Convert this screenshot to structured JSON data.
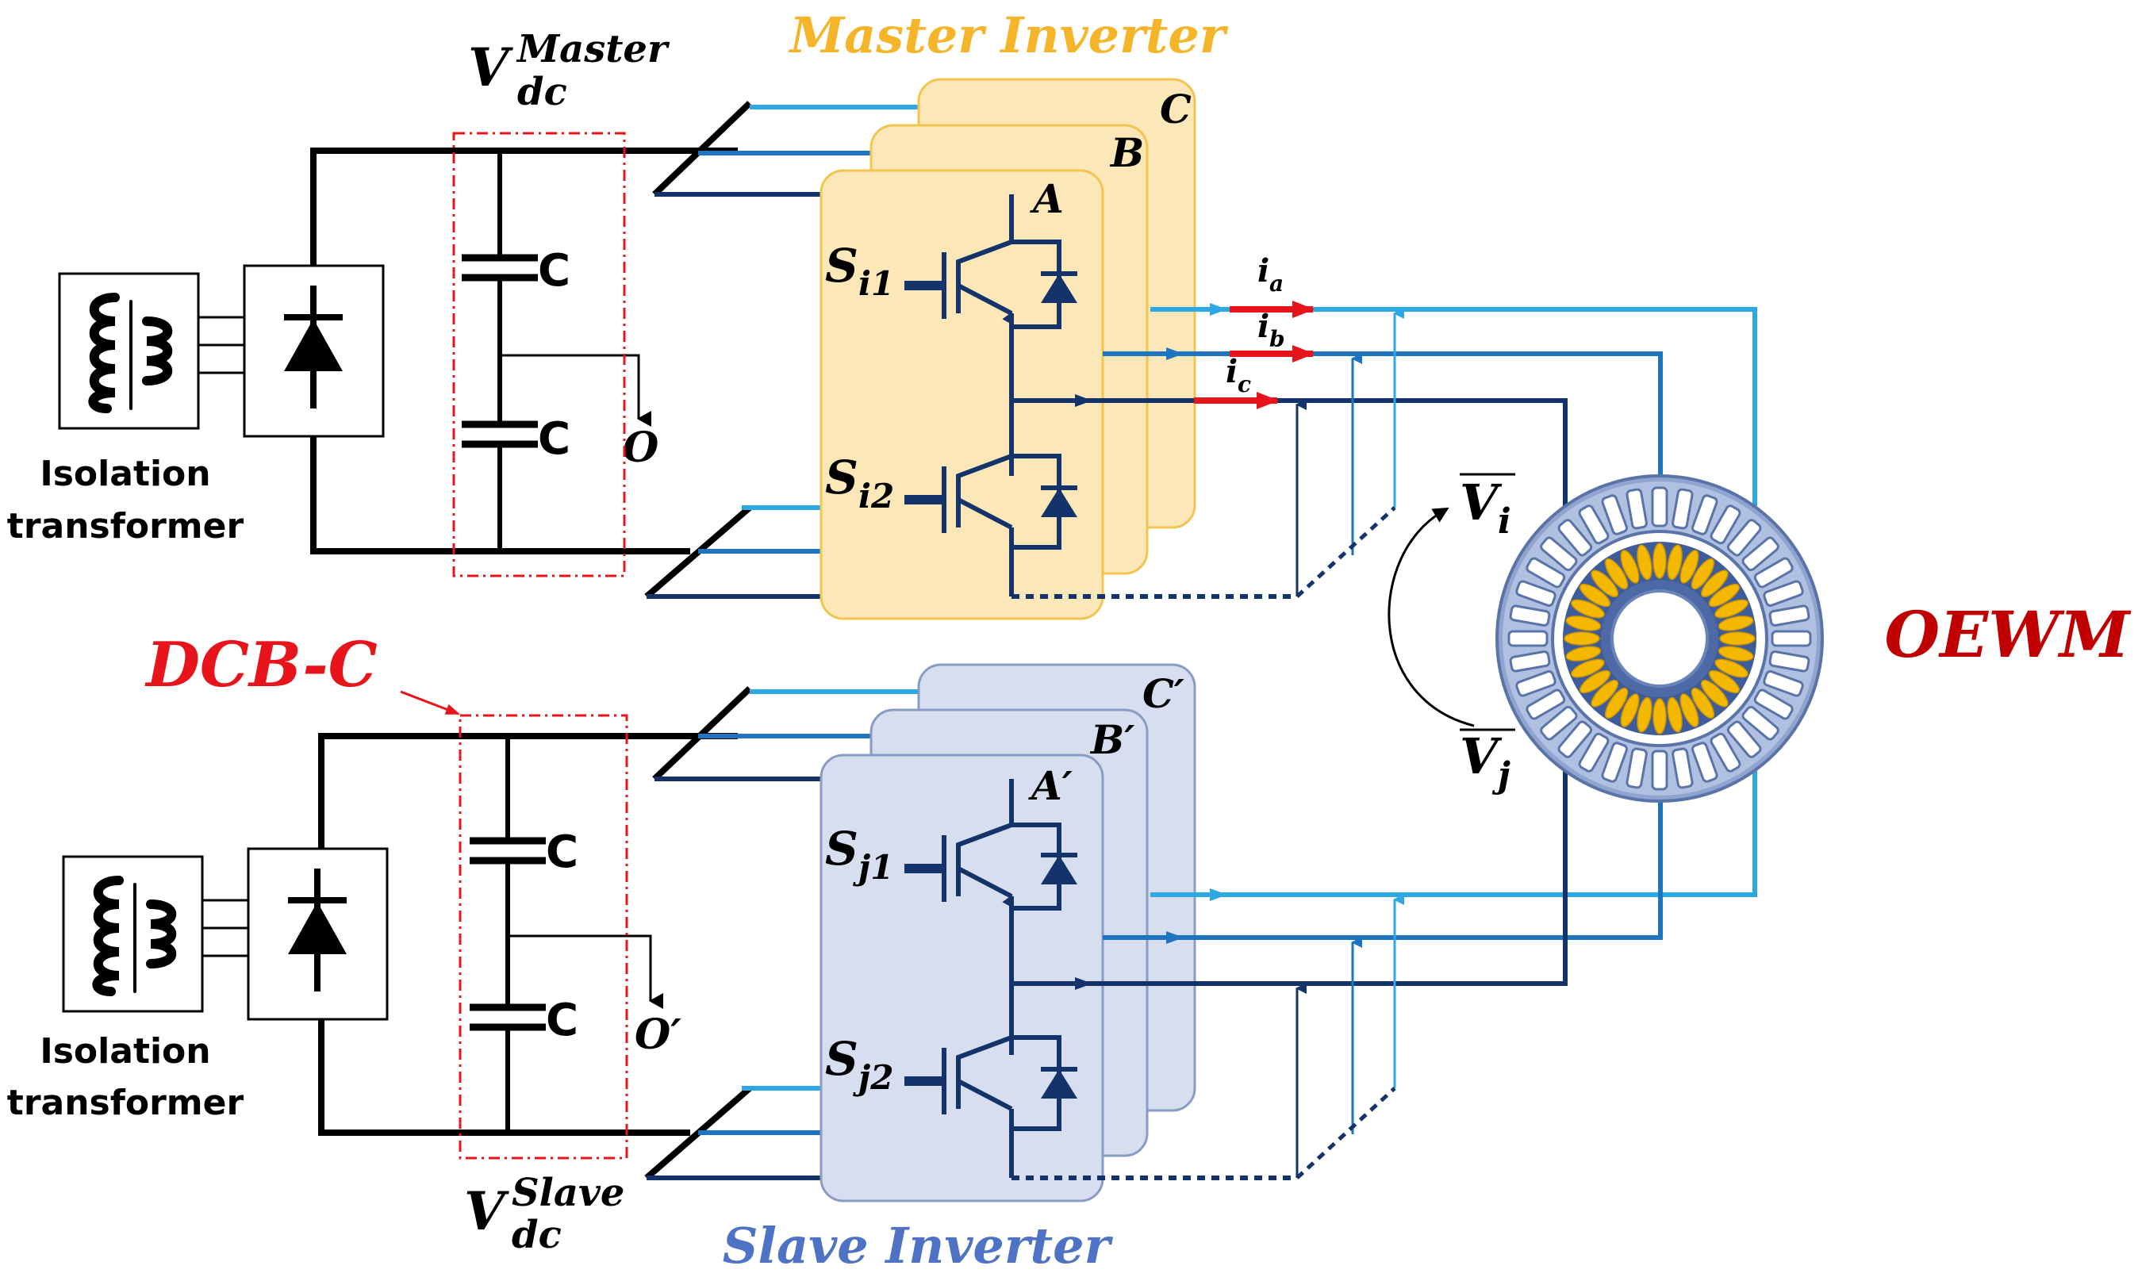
{
  "titles": {
    "master_inverter": "Master Inverter",
    "slave_inverter": "Slave Inverter",
    "oewm": "OEWM",
    "dcb_c": "DCB-C"
  },
  "voltages": {
    "master_base": "V",
    "master_sub": "dc",
    "master_sup": "Master",
    "slave_base": "V",
    "slave_sub": "dc",
    "slave_sup": "Slave",
    "vi_base": "V",
    "vi_sub": "i",
    "vj_base": "V",
    "vj_sub": "j"
  },
  "transformer_label": {
    "line1": "Isolation",
    "line2": "transformer"
  },
  "capacitors": {
    "label": "C",
    "midpoint_master": "O",
    "midpoint_slave": "O′"
  },
  "phases": {
    "master": [
      "A",
      "B",
      "C"
    ],
    "slave": [
      "A′",
      "B′",
      "C′"
    ]
  },
  "switches": {
    "master_top_base": "S",
    "master_top_sub": "i1",
    "master_bot_base": "S",
    "master_bot_sub": "i2",
    "slave_top_base": "S",
    "slave_top_sub": "j1",
    "slave_bot_base": "S",
    "slave_bot_sub": "j2"
  },
  "currents": [
    {
      "base": "i",
      "sub": "a"
    },
    {
      "base": "i",
      "sub": "b"
    },
    {
      "base": "i",
      "sub": "c"
    }
  ],
  "colors": {
    "master_fill": "#FCE7B8",
    "master_stroke": "#F2C450",
    "master_title": "#F5B52A",
    "slave_fill": "#D6DEF0",
    "slave_stroke": "#8A9CC4",
    "slave_title": "#4E72C4",
    "phase_a": "#15336B",
    "phase_b": "#1F74C2",
    "phase_c": "#2DA8E5",
    "current_arrow": "#E8141B",
    "dcb_box": "#E8141B",
    "oewm": "#C00000",
    "motor_stator": "#5B74A8",
    "motor_winding": "#F5B800"
  }
}
